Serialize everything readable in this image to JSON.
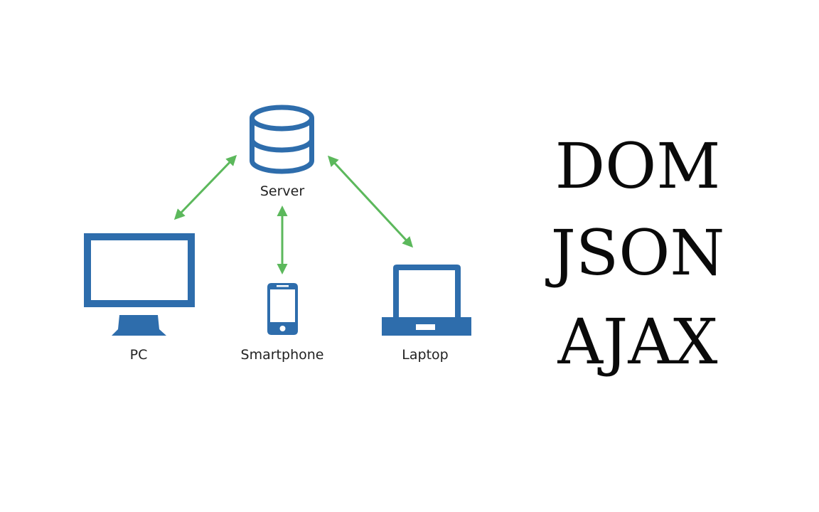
{
  "colors": {
    "icon": "#2e6dac",
    "arrow": "#5cb85c",
    "text": "#0a0a0a"
  },
  "nodes": {
    "server": {
      "label": "Server",
      "icon": "database-icon"
    },
    "pc": {
      "label": "PC",
      "icon": "monitor-icon"
    },
    "smartphone": {
      "label": "Smartphone",
      "icon": "smartphone-icon"
    },
    "laptop": {
      "label": "Laptop",
      "icon": "laptop-icon"
    }
  },
  "edges": [
    {
      "from": "server",
      "to": "pc",
      "direction": "both"
    },
    {
      "from": "server",
      "to": "smartphone",
      "direction": "both"
    },
    {
      "from": "server",
      "to": "laptop",
      "direction": "both"
    }
  ],
  "terms": [
    "DOM",
    "JSON",
    "AJAX"
  ]
}
